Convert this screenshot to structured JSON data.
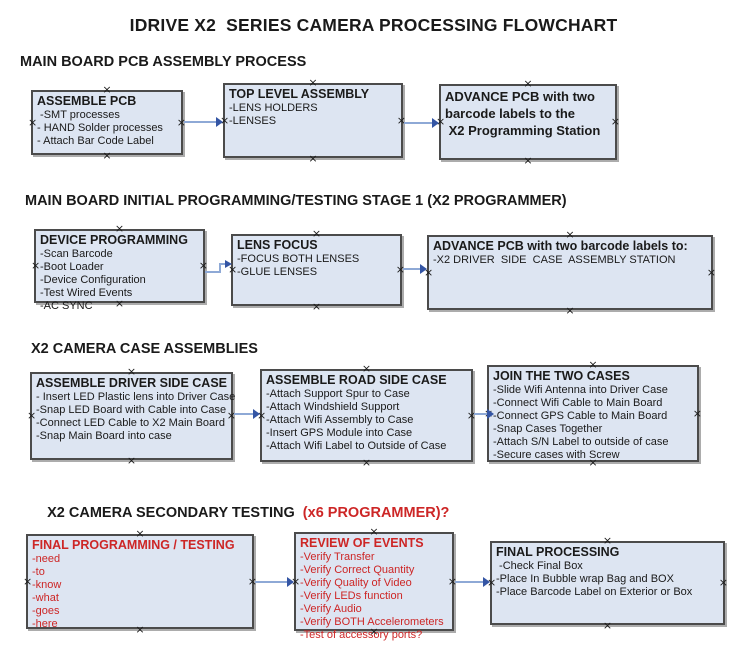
{
  "title": "IDRIVE X2  SERIES CAMERA PROCESSING FLOWCHART",
  "colors": {
    "box_fill": "#dde5f2",
    "box_border": "#4b4b4b",
    "arrow_line": "#8ea9d6",
    "arrow_head": "#3455a4",
    "red_text": "#cd2626",
    "text": "#1a1a1a",
    "background": "#ffffff"
  },
  "icons": {
    "connector_anchor": "×"
  },
  "sections": [
    {
      "heading": "MAIN BOARD PCB ASSEMBLY PROCESS",
      "boxes": [
        {
          "title": "ASSEMBLE PCB",
          "items": [
            " -SMT processes",
            "- HAND Solder processes",
            "- Attach Bar Code Label"
          ]
        },
        {
          "title": "TOP LEVEL ASSEMBLY",
          "items": [
            "-LENS HOLDERS",
            "-LENSES"
          ]
        },
        {
          "title_lines": [
            "ADVANCE PCB with two",
            "barcode labels to the",
            " X2 Programming Station"
          ]
        }
      ]
    },
    {
      "heading": "MAIN BOARD INITIAL PROGRAMMING/TESTING STAGE 1 (X2 PROGRAMMER)",
      "boxes": [
        {
          "title": "DEVICE PROGRAMMING",
          "items": [
            "-Scan Barcode",
            "-Boot Loader",
            "-Device Configuration",
            "-Test Wired Events",
            "-AC SYNC"
          ]
        },
        {
          "title": "LENS FOCUS",
          "items": [
            "-FOCUS BOTH LENSES",
            "-GLUE LENSES"
          ]
        },
        {
          "title": "ADVANCE PCB with two barcode labels to:",
          "items": [
            "-X2 DRIVER  SIDE  CASE  ASSEMBLY STATION"
          ]
        }
      ]
    },
    {
      "heading": "X2 CAMERA CASE ASSEMBLIES",
      "boxes": [
        {
          "title": "ASSEMBLE DRIVER SIDE CASE",
          "items": [
            "- Insert LED Plastic lens into Driver Case",
            "-Snap LED Board with Cable into Case",
            "-Connect LED Cable to X2 Main Board",
            "-Snap Main Board into case"
          ]
        },
        {
          "title": "ASSEMBLE ROAD SIDE CASE",
          "items": [
            "-Attach Support Spur to Case",
            "-Attach Windshield Support",
            "-Attach Wifi Assembly to Case",
            "-Insert GPS Module into Case",
            "-Attach Wifi Label to Outside of Case"
          ]
        },
        {
          "title": "JOIN THE TWO CASES",
          "items": [
            "-Slide Wifi Antenna into Driver Case",
            "-Connect Wifi Cable to Main Board",
            "-Connect GPS Cable to Main Board",
            "-Snap Cases Together",
            "-Attach S/N Label to outside of case",
            "-Secure cases with Screw"
          ]
        }
      ]
    },
    {
      "heading": "X2 CAMERA SECONDARY TESTING  ",
      "heading_red": "(x6 PROGRAMMER)?",
      "boxes": [
        {
          "title": "FINAL PROGRAMMING / TESTING",
          "items": [
            "-need",
            "-to",
            "-know",
            "-what",
            "-goes",
            "-here"
          ]
        },
        {
          "title": "REVIEW OF EVENTS",
          "items": [
            "-Verify Transfer",
            "-Verify Correct Quantity",
            "-Verify Quality of Video",
            "-Verify LEDs function",
            "-Verify Audio",
            "-Verify BOTH Accelerometers",
            "-Test of accessory ports?"
          ]
        },
        {
          "title": "FINAL PROCESSING",
          "items": [
            " -Check Final Box",
            "-Place In Bubble wrap Bag and BOX",
            "-Place Barcode Label on Exterior or Box"
          ]
        }
      ]
    }
  ]
}
